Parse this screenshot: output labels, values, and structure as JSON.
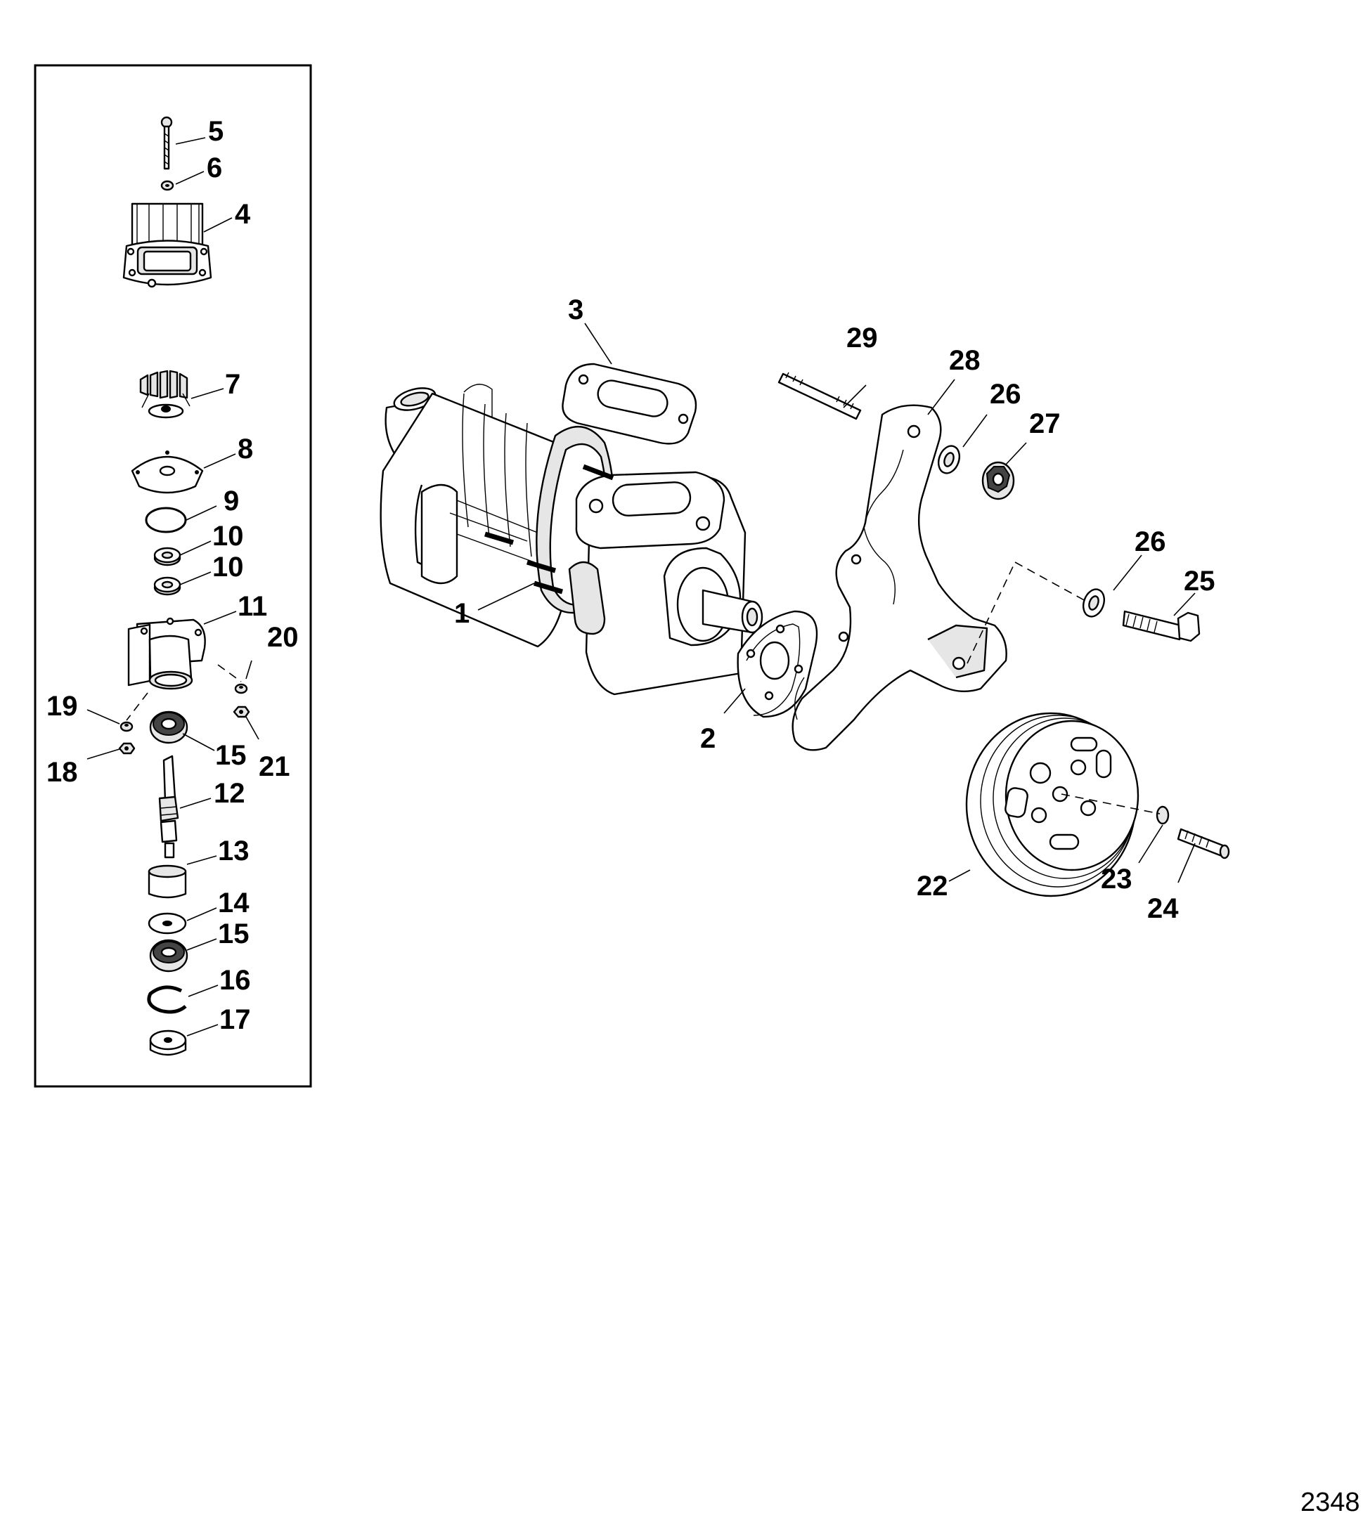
{
  "figure_number": "2348",
  "callouts": {
    "c1": "1",
    "c2": "2",
    "c3": "3",
    "c4": "4",
    "c5": "5",
    "c6": "6",
    "c7": "7",
    "c8": "8",
    "c9": "9",
    "c10a": "10",
    "c10b": "10",
    "c11": "11",
    "c12": "12",
    "c13": "13",
    "c14": "14",
    "c15a": "15",
    "c15b": "15",
    "c16": "16",
    "c17": "17",
    "c18": "18",
    "c19": "19",
    "c20": "20",
    "c21": "21",
    "c22": "22",
    "c23": "23",
    "c24": "24",
    "c25": "25",
    "c26a": "26",
    "c26b": "26",
    "c27": "27",
    "c28": "28",
    "c29": "29"
  }
}
